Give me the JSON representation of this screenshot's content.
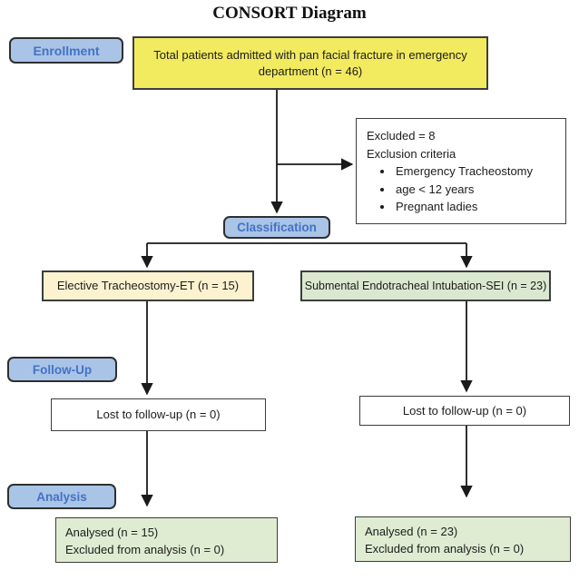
{
  "title": "CONSORT Diagram",
  "colors": {
    "stage_tag_fill": "#a9c4e7",
    "stage_tag_text": "#4472c4",
    "total_box_fill": "#f2eb60",
    "branch_left_fill": "#fcf2d0",
    "branch_right_fill": "#dbe8d0",
    "analysed_box_fill": "#dfecd2",
    "connector_line": "#1a1a1a"
  },
  "stages": {
    "enrollment": "Enrollment",
    "classification": "Classification",
    "followup": "Follow-Up",
    "analysis": "Analysis"
  },
  "nodes": {
    "total": "Total patients admitted with pan facial fracture in emergency department (n = 46)",
    "excluded_title": "Excluded = 8",
    "excluded_subtitle": "Exclusion criteria",
    "excluded_bullets": [
      "Emergency Tracheostomy",
      "age < 12 years",
      "Pregnant ladies"
    ],
    "branch_left": "Elective Tracheostomy-ET (n = 15)",
    "branch_right": "Submental Endotracheal Intubation-SEI (n = 23)",
    "lost_left": "Lost to follow-up (n = 0)",
    "lost_right": "Lost to follow-up (n = 0)",
    "analysed_left_line1": "Analysed (n = 15)",
    "analysed_left_line2": "Excluded from analysis (n = 0)",
    "analysed_right_line1": "Analysed (n = 23)",
    "analysed_right_line2": "Excluded from analysis (n = 0)"
  }
}
